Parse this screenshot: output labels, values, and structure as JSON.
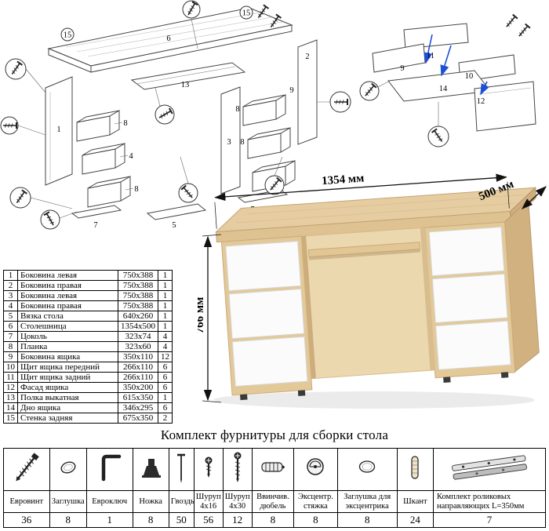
{
  "diagram_main": {
    "labels": [
      "15",
      "15",
      "6",
      "13",
      "1",
      "8",
      "4",
      "8",
      "7",
      "2",
      "8",
      "8",
      "7",
      "3",
      "9",
      "5"
    ]
  },
  "diagram_drawer": {
    "labels": [
      "11",
      "9",
      "10",
      "14",
      "12"
    ]
  },
  "parts_table": {
    "rows": [
      {
        "n": "1",
        "name": "Боковина левая",
        "size": "750x388",
        "qty": "1"
      },
      {
        "n": "2",
        "name": "Боковина правая",
        "size": "750x388",
        "qty": "1"
      },
      {
        "n": "3",
        "name": "Боковина левая",
        "size": "750x388",
        "qty": "1"
      },
      {
        "n": "4",
        "name": "Боковина правая",
        "size": "750x388",
        "qty": "1"
      },
      {
        "n": "5",
        "name": "Вязка стола",
        "size": "640x260",
        "qty": "1"
      },
      {
        "n": "6",
        "name": "Столешница",
        "size": "1354x500",
        "qty": "1"
      },
      {
        "n": "7",
        "name": "Цоколь",
        "size": "323x74",
        "qty": "4"
      },
      {
        "n": "8",
        "name": "Планка",
        "size": "323x60",
        "qty": "4"
      },
      {
        "n": "9",
        "name": "Боковина ящика",
        "size": "350x110",
        "qty": "12"
      },
      {
        "n": "10",
        "name": "Щит ящика передний",
        "size": "266x110",
        "qty": "6"
      },
      {
        "n": "11",
        "name": "Щит ящика задний",
        "size": "266x110",
        "qty": "6"
      },
      {
        "n": "12",
        "name": "Фасад ящика",
        "size": "350x200",
        "qty": "6"
      },
      {
        "n": "13",
        "name": "Полка выкатная",
        "size": "615x350",
        "qty": "1"
      },
      {
        "n": "14",
        "name": "Дно ящика",
        "size": "346x295",
        "qty": "6"
      },
      {
        "n": "15",
        "name": "Стенка задняя",
        "size": "675x350",
        "qty": "2"
      }
    ]
  },
  "desk": {
    "width_label": "1354 мм",
    "depth_label": "500 мм",
    "height_label": "766 мм"
  },
  "hardware": {
    "title": "Комплект фурнитуры для сборки стола",
    "items": [
      {
        "icon": "euroscrew",
        "label": "Евровинт",
        "qty": "36"
      },
      {
        "icon": "cap",
        "label": "Заглушка",
        "qty": "8"
      },
      {
        "icon": "hexkey",
        "label": "Евроключ",
        "qty": "1"
      },
      {
        "icon": "foot",
        "label": "Ножка",
        "qty": "8"
      },
      {
        "icon": "nail",
        "label": "Гвоздь",
        "qty": "50"
      },
      {
        "icon": "screw-short",
        "label": "Шуруп 4x16",
        "qty": "56"
      },
      {
        "icon": "screw-long",
        "label": "Шуруп 4x30",
        "qty": "12"
      },
      {
        "icon": "dowel-screw",
        "label": "Ввинчив. дюбель",
        "qty": "8"
      },
      {
        "icon": "cam-lock",
        "label": "Эксцентр. стяжка",
        "qty": "8"
      },
      {
        "icon": "cam-cap",
        "label": "Заглушка для эксцентрика",
        "qty": "8"
      },
      {
        "icon": "wood-dowel",
        "label": "Шкант",
        "qty": "24"
      },
      {
        "icon": "drawer-slides",
        "label": "Комплект роликовых направляющих L=350мм",
        "qty": "7"
      }
    ]
  },
  "colors": {
    "wood_top": "#e6cda1",
    "wood_front": "#e4c998",
    "wood_side": "#d2b181",
    "drawer_white": "#fbfbfb",
    "arrow_blue": "#1e50d6"
  }
}
